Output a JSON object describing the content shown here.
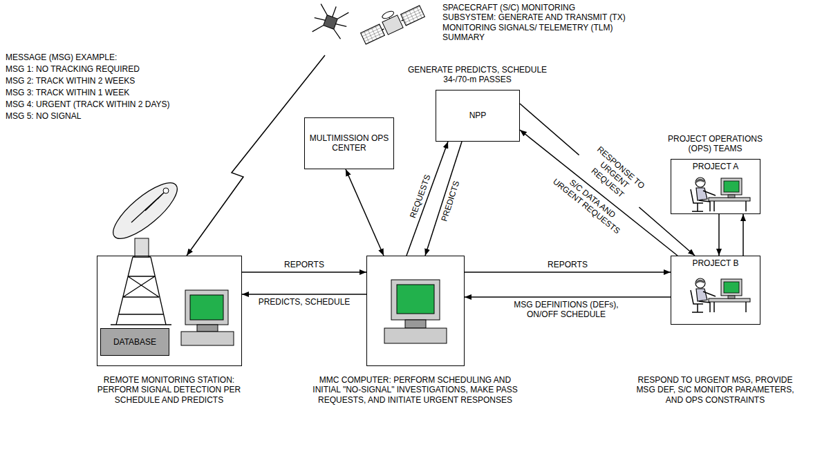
{
  "diagram": {
    "nodes": [
      {
        "text": [
          "SPACECRAFT (S/C) MONITORING SUBSYSTEM: GENERATE AND TRANSMIT (TX) MONITORING SIGNALS/ TELEMETRY (TLM) SUMMARY"
        ]
      },
      {
        "text": [
          "REMOTE MONITORING STATION: PERFORM SIGNAL DETECTION PER SCHEDULE AND PREDICTS"
        ]
      },
      {
        "text": [
          "DATABASE"
        ],
        "in": 1
      },
      {
        "text": [
          "MULTIMISSION OPS CENTER"
        ]
      },
      {
        "text": [
          "GENERATE PREDICTS, SCHEDULE 34-/70-m PASSES",
          "NPP"
        ]
      },
      {
        "text": [
          "MMC COMPUTER: PERFORM SCHEDULING AND INITIAL \"NO-SIGNAL\" INVESTIGATIONS, MAKE PASS REQUESTS, AND INITIATE URGENT RESPONSES"
        ]
      },
      {
        "text": [
          "PROJECT OPERATIONS (OPS) TEAMS",
          "PROJECT A"
        ]
      },
      {
        "text": [
          "PROJECT B",
          "RESPOND TO URGENT MSG, PROVIDE MSG DEF, S/C MONITOR PARAMETERS, AND OPS CONSTRAINTS"
        ]
      }
    ],
    "edges": [
      {
        "from": 0,
        "to": 1,
        "arrow": "to"
      },
      {
        "from": 1,
        "to": 5,
        "label": "REPORTS",
        "arrow": "to"
      },
      {
        "from": 5,
        "to": 1,
        "label": "PREDICTS, SCHEDULE",
        "arrow": "to"
      },
      {
        "from": 3,
        "to": 5,
        "arrow": "both"
      },
      {
        "from": 5,
        "to": 4,
        "label": "REQUESTS",
        "arrow": "to"
      },
      {
        "from": 4,
        "to": 5,
        "label": "PREDICTS",
        "arrow": "to"
      },
      {
        "from": 5,
        "to": 7,
        "label": "REPORTS",
        "arrow": "to"
      },
      {
        "from": 7,
        "to": 5,
        "label": "MSG DEFINITIONS (DEFs), ON/OFF SCHEDULE",
        "arrow": "to"
      },
      {
        "from": 4,
        "to": 7,
        "label": "RESPONSE TO URGENT REQUEST",
        "arrow": "to"
      },
      {
        "from": 7,
        "to": 4,
        "label": "S/C DATA AND URGENT REQUESTS",
        "arrow": "to"
      },
      {
        "from": 6,
        "to": 7,
        "arrow": "to"
      },
      {
        "from": 7,
        "to": 6,
        "arrow": "to"
      }
    ],
    "labels": [
      "MESSAGE (MSG) EXAMPLE:",
      "MSG 1: NO TRACKING REQUIRED",
      "MSG 2: TRACK WITHIN 2 WEEKS",
      "MSG 3: TRACK WITHIN 1 WEEK",
      "MSG 4: URGENT (TRACK WITHIN 2 DAYS)",
      "MSG 5: NO SIGNAL"
    ]
  }
}
